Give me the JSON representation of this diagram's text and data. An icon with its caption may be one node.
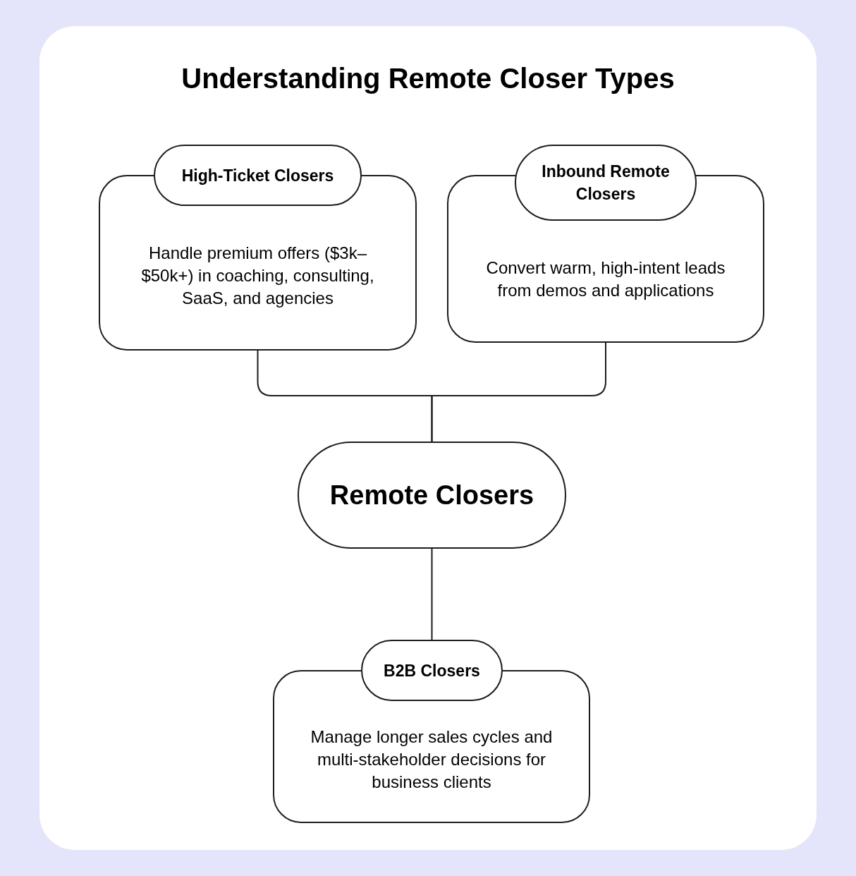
{
  "diagram": {
    "title": "Understanding Remote Closer Types",
    "nodes": [
      {
        "text": [
          "High-Ticket Closers"
        ]
      },
      {
        "text": [
          "Handle premium offers ($3k–$50k+) in coaching, consulting, SaaS, and agencies"
        ]
      },
      {
        "text": [
          "Inbound Remote Closers"
        ]
      },
      {
        "text": [
          "Convert warm, high-intent leads from demos and applications"
        ]
      },
      {
        "text": [
          "Remote Closers"
        ]
      },
      {
        "text": [
          "B2B Closers"
        ]
      },
      {
        "text": [
          "Manage longer sales cycles and multi-stakeholder decisions for business clients"
        ]
      }
    ],
    "edges": [
      {
        "from": 1,
        "to": 4,
        "arrow": "none"
      },
      {
        "from": 3,
        "to": 4,
        "arrow": "none"
      },
      {
        "from": 4,
        "to": 5,
        "arrow": "none"
      }
    ]
  }
}
